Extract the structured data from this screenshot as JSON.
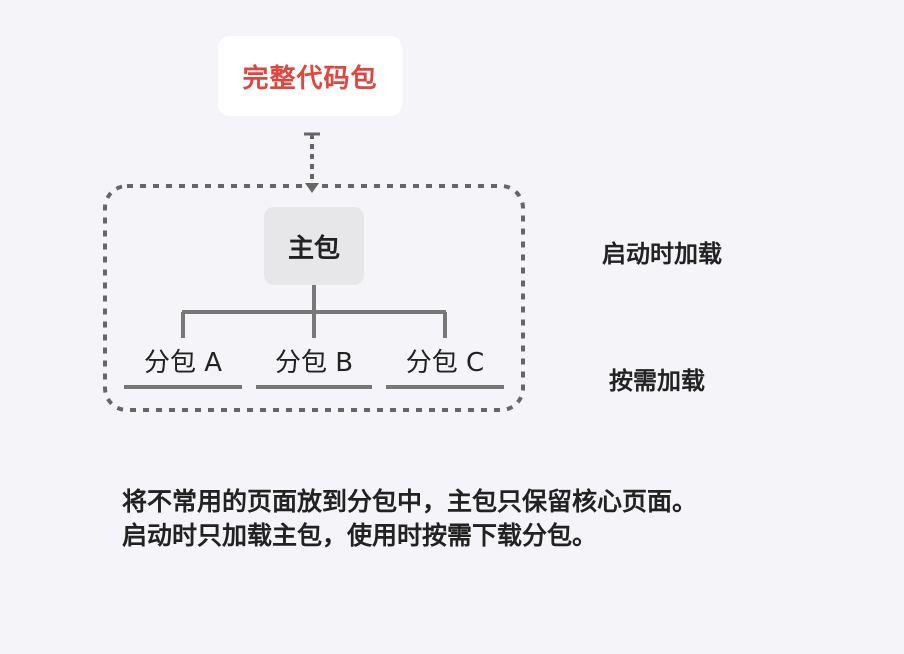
{
  "diagram": {
    "full_package": "完整代码包",
    "main_package": "主包",
    "subpackages": [
      "分包 A",
      "分包 B",
      "分包 C"
    ],
    "labels": {
      "startup": "启动时加载",
      "on_demand": "按需加载"
    },
    "description": [
      "将不常用的页面放到分包中，主包只保留核心页面。",
      "启动时只加载主包，使用时按需下载分包。"
    ]
  },
  "colors": {
    "background": "#f5f5f9",
    "highlight_text": "#e0463d",
    "main_box": "#e7e7ea",
    "connector": "#777777",
    "dashed_border": "#666666",
    "text": "#222222"
  }
}
